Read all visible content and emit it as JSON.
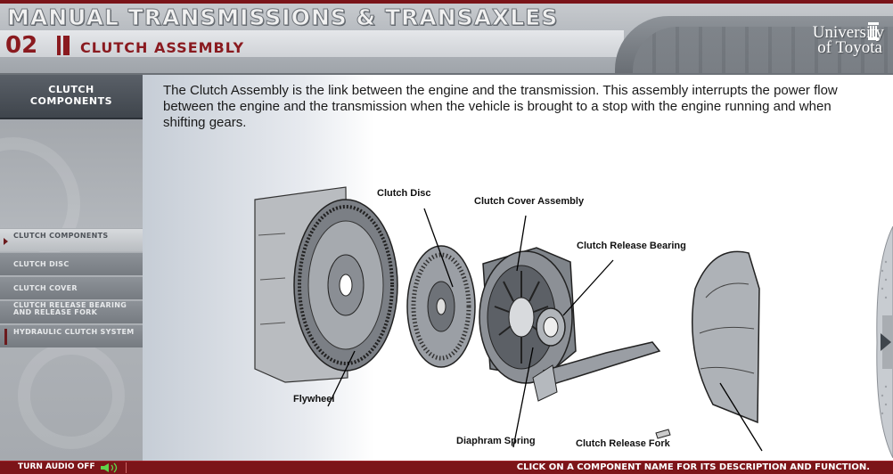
{
  "header": {
    "course_title": "MANUAL TRANSMISSIONS & TRANSAXLES",
    "module_number": "02",
    "module_title": "CLUTCH ASSEMBLY",
    "logo_line1": "University",
    "logo_line2": "of Toyota"
  },
  "sidebar": {
    "section_label": "CLUTCH COMPONENTS",
    "items": [
      {
        "label": "CLUTCH COMPONENTS",
        "active": true
      },
      {
        "label": "CLUTCH DISC",
        "active": false
      },
      {
        "label": "CLUTCH COVER",
        "active": false
      },
      {
        "label": "CLUTCH RELEASE BEARING AND RELEASE FORK",
        "active": false
      },
      {
        "label": "HYDRAULIC CLUTCH SYSTEM",
        "active": false
      }
    ]
  },
  "main": {
    "intro": "The Clutch Assembly is the link between the engine and the transmission. This assembly interrupts the power flow between the engine and the transmission when the vehicle is brought to a stop with the engine running and when shifting gears.",
    "diagram_labels": {
      "clutch_disc": "Clutch Disc",
      "clutch_cover": "Clutch Cover Assembly",
      "release_bearing": "Clutch Release Bearing",
      "flywheel": "Flywheel",
      "diaphragm_spring": "Diaphram Spring",
      "release_fork": "Clutch Release Fork"
    }
  },
  "footer": {
    "audio_toggle": "TURN AUDIO OFF",
    "instruction": "CLICK ON A COMPONENT NAME FOR ITS DESCRIPTION AND FUNCTION."
  },
  "colors": {
    "accent": "#8a1a1f",
    "footer": "#7c1519",
    "sidebar": "#9ea2a7"
  },
  "icons": [
    "speaker-icon",
    "next-arrow-icon",
    "university-pillar-icon"
  ]
}
